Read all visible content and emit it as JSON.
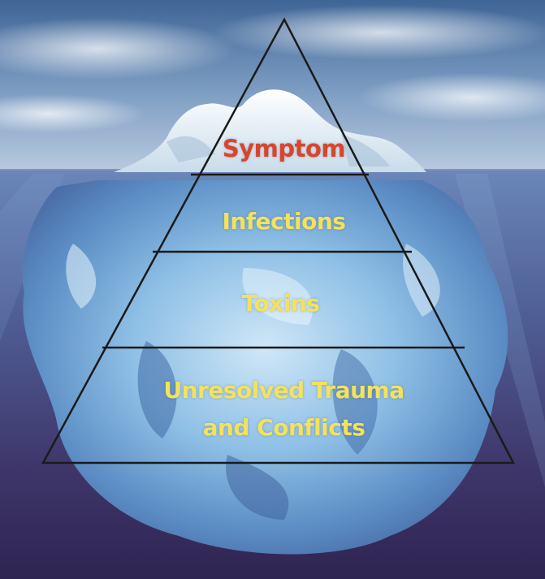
{
  "diagram": {
    "levels": [
      {
        "label": "Symptom",
        "color": "#d9452b"
      },
      {
        "label": "Infections",
        "color": "#f2e35a"
      },
      {
        "label": "Toxins",
        "color": "#f2e35a"
      },
      {
        "label": "Unresolved Trauma and Conflicts",
        "color": "#f2e35a"
      }
    ]
  },
  "colors": {
    "sky_top": "#4c6f9e",
    "sky_bottom": "#b8c8dc",
    "water_top": "#5f7bb0",
    "water_bottom": "#3a2f62",
    "ice": "#d7ecf6",
    "ice_under": "#6ea4d4",
    "pyramid_line": "#1a1a1a"
  }
}
